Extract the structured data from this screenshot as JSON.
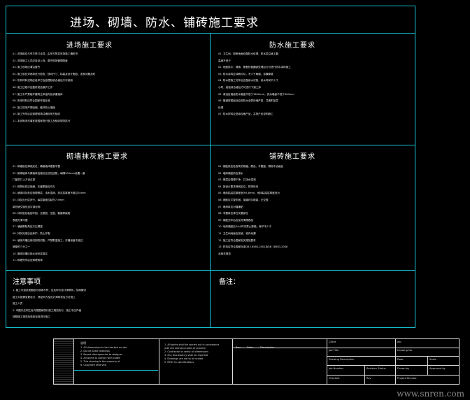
{
  "drawing": {
    "title": "进场、砌墙、防水、铺砖施工要求",
    "sections": [
      {
        "title": "进场施工要求",
        "lines": [
          "01. 进场前应与甲方签订合同，由甲方签发进场施工通知书",
          "02. 进场施工人员应持证上岗，遵守现场管理制度",
          "03. 施工现场应清洁整齐",
          "04. 施工前应对现场进行检查，核对尺寸、标高及设计图纸，发现问题及时",
          "05. 所有材料进场应经甲方及监理验收合格后方可使用",
          "06. 施工过程中应做好成品保护工作",
          "07. 施工中严禁破坏建筑主体结构及承重墙体",
          "08. 所用材料应符合国家环保标准",
          "09. 施工现场严禁吸烟，做好防火措施",
          "10. 施工完毕后应清理现场并通知甲方验收",
          "11. 本说明未尽事宜按国家现行施工及验收规范执行"
        ]
      },
      {
        "title": "防水施工要求",
        "lines": [
          "01. 卫生间、厨房地面应做防水处理，防水层沿墙上翻",
          "     高度不低于",
          "02. 地面找平，墙角、管根处做圆弧处理后方可进行防水涂料施工",
          "03. 防水涂料应涂刷均匀，不少于两遍，涂膜厚度",
          "04. 防水层施工完毕后应做闭水试验，闭水时间不少于",
          "     小时，经验收合格后方可进行下道工序",
          "05. 淋浴区墙面防水高度不低于1800mm，其余墙面不低于300mm",
          "06. 管道穿楼板处应用防水油膏封堵严密，并做附加层",
          "     处理",
          "07. 防水材料应选用合格产品，并按产品说明施工"
        ]
      },
      {
        "title": "砌墙抹灰施工要求",
        "lines": [
          "01. 砌墙前应弹线定位，确保墙体垂直平整",
          "02. 新砌墙体与原墙体连接处应设拉结筋，每隔500mm设置一道",
          "     门窗洞口上方设过梁",
          "03. 砌筑砂浆应饱满，灰缝厚度应均匀",
          "04. 墙体抹灰前应清理基层，浇水湿润，抹灰层厚度不超过20mm",
          "05. 抹灰应分层进行，每层厚度控制在7-9mm",
          "     新旧墙交接处加钉钢丝网",
          "06. 抹灰层应粘结牢固，无脱层、空鼓、裂缝等缺陷",
          "     表面光滑平整",
          "07. 墙面阴阳角应方正顺直",
          "08. 抹灰完成后应养护，防止开裂",
          "09. 墙体开槽应用切割机切割，严禁野蛮施工，开槽深度不超过",
          "     墙厚的三分之一",
          "10. 管线封槽应用水泥砂浆填实",
          "11. 砌墙完毕后应清理现场"
        ]
      },
      {
        "title": "铺砖施工要求",
        "lines": [
          "01. 铺贴前应检查砖的规格、颜色、平整度，剔除不合格品",
          "02. 墙砖铺贴前应浸水",
          "03. 基层应清理干净，并浇水湿润",
          "04. 按设计要求弹线定位，预排砖块",
          "05. 墙砖粘结层厚度宜为5-8mm，地砖粘结层厚度宜为",
          "06. 铺贴应平整牢固，接缝均匀顺直，无空鼓",
          "07. 墙地砖应对缝铺贴",
          "08. 非整砖应排在次要部位",
          "09. 铺贴完毕后应及时清理表面",
          "10. 地砖铺贴后24小时内禁止踩踏，养护不少于",
          "11. 卫生间地面应找坡，坡向地漏",
          "12. 施工应符合国家相关规范要求",
          "13. 材料应符合国家标准GB 18580-2001及GB 18583-2008",
          "     及相关规范"
        ]
      }
    ],
    "notes": {
      "title": "注意事项",
      "lines": [
        "1. 施工中如发现图纸与现场不符，应及时与设计师联系，协商解决",
        "   施工中如需变更设计，须经甲方及设计师同意后方可施工",
        "   施工人员",
        "2. 本图未注明之处均按国家现行施工规范执行，施工中应严格",
        "   按照施工规范及验收标准进行施工"
      ]
    },
    "remarks": {
      "title": "备注："
    }
  },
  "titleblock": {
    "notes_label": "说明",
    "left_notes": [
      "1. All dimensions to be checked on site",
      "2. Do not scale drawings",
      "3. Report discrepancies to designer",
      "4. All works to comply with codes",
      "5. This drawing is the property of",
      "6. Copyright reserved"
    ],
    "mid_notes": [
      "1. All works shall be carried out in accordance",
      "   with the relevant codes of practice",
      "2. Contractor to verify all dimensions",
      "3. Any discrepancy shall be reported",
      "4. Drawings are not to be scaled",
      "5. Refer to specifications"
    ],
    "revision_headers": [
      "Rev",
      "Date",
      "Description"
    ],
    "fields": [
      [
        "Client",
        "Job"
      ],
      [
        "Job Title",
        "Drawing No"
      ],
      [
        "Drawing Description",
        "Date",
        "Scale"
      ],
      [
        "Job Number",
        "Revision Status",
        "Drawn by",
        "Approved by"
      ],
      [
        "Checked",
        "Rev",
        "Project Director"
      ]
    ]
  },
  "watermark": "www.snren.com"
}
